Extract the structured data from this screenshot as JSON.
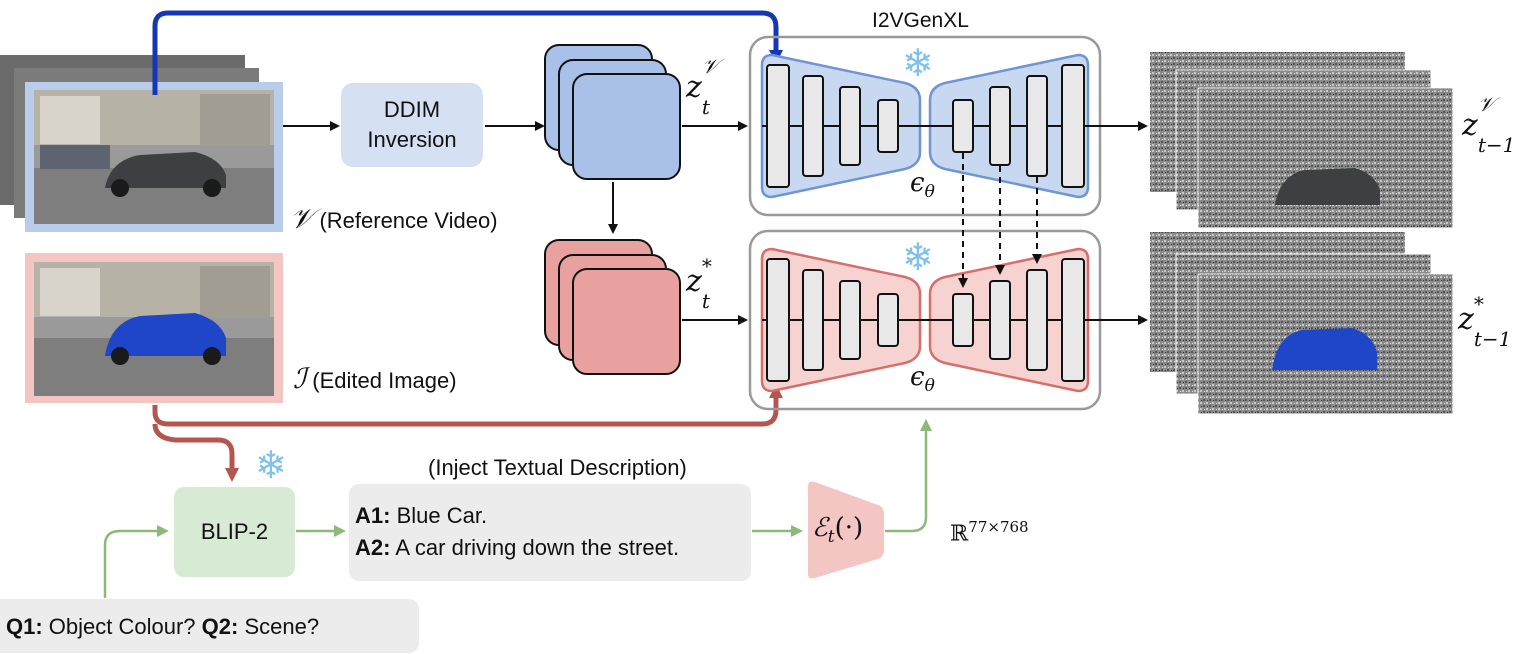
{
  "title": "I2VGenXL",
  "ddim": {
    "line1": "DDIM",
    "line2": "Inversion"
  },
  "reference": {
    "symbol": "𝒱",
    "label": "(Reference Video)"
  },
  "edited": {
    "symbol": "ℐ",
    "label": "(Edited Image)"
  },
  "latents": {
    "zt_v_base": "z",
    "zt_v_sub": "t",
    "zt_v_sup": "𝒱",
    "zt_star_base": "z",
    "zt_star_sub": "t",
    "zt_star_sup": "*",
    "ztm1_v_base": "z",
    "ztm1_v_sub": "t−1",
    "ztm1_v_sup": "𝒱",
    "ztm1_star_base": "z",
    "ztm1_star_sub": "t−1",
    "ztm1_star_sup": "*"
  },
  "eps_top": "ϵθ",
  "eps_bottom": "ϵθ",
  "eps_symbol": "ϵ",
  "eps_sub": "θ",
  "blip": "BLIP-2",
  "inject_label": "(Inject Textual Description)",
  "answers": {
    "a1_key": "A1:",
    "a1_text": " Blue Car.",
    "a2_key": "A2:",
    "a2_text": " A car driving down the street."
  },
  "encoder": {
    "symbol": "ℰ",
    "sub": "t",
    "arg": "(·)"
  },
  "embedding": {
    "base": "ℝ",
    "sup": "77×768"
  },
  "questions": {
    "q1_key": "Q1:",
    "q1_text": " Object Colour? ",
    "q2_key": "Q2:",
    "q2_text": " Scene?"
  },
  "colors": {
    "blue_fill": "#b9cdeb",
    "blue_stroke": "#6f96d3",
    "blue_block": "#a9c1e8",
    "red_fill": "#f3c6c4",
    "red_stroke": "#d86e6a",
    "red_block": "#e8a19e",
    "green_fill": "#d7ead4",
    "green_arrow": "#8cb97a",
    "arrow_blue": "#1537b5",
    "arrow_red": "#b5554f",
    "grey_box": "#ececec",
    "layer_fill": "#e8e8e8"
  }
}
